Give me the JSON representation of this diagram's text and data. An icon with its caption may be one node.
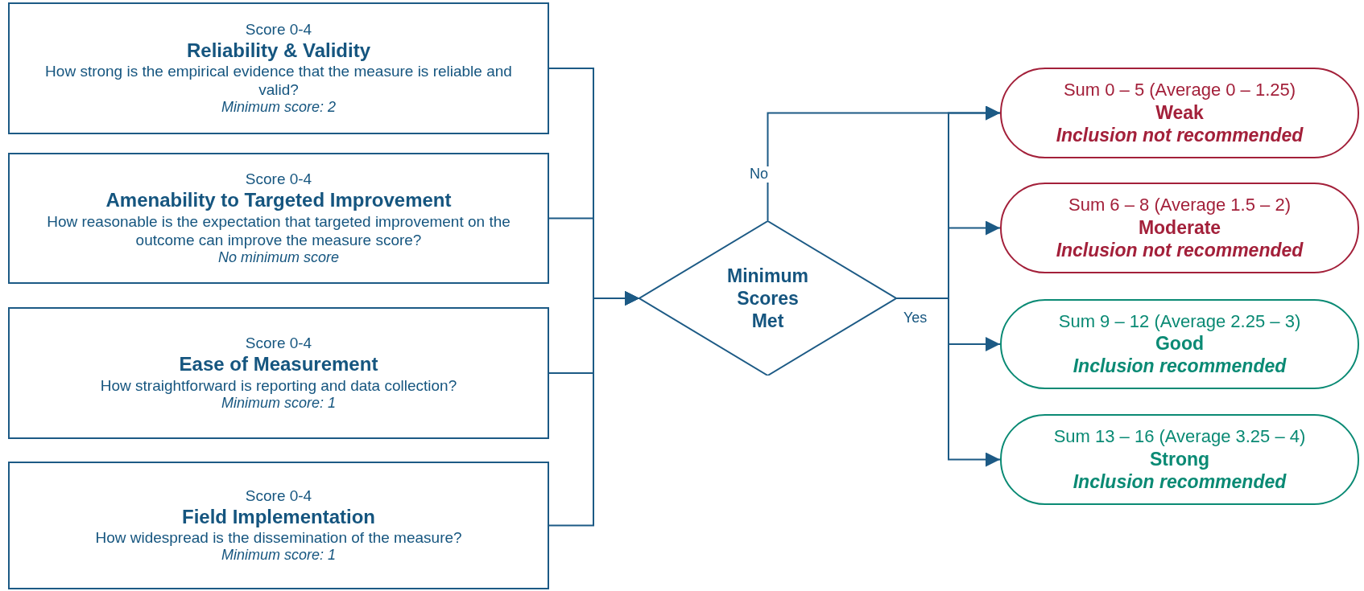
{
  "diagram": {
    "nodes": [
      {
        "text": [
          "Score 0-4",
          "Reliability & Validity",
          "How strong is the empirical evidence that the measure is reliable and valid?",
          "Minimum score: 2"
        ]
      },
      {
        "text": [
          "Score 0-4",
          "Amenability to Targeted Improvement",
          "How reasonable is the expectation that targeted improvement on the outcome can improve the measure score?",
          "No minimum score"
        ]
      },
      {
        "text": [
          "Score 0-4",
          "Ease of Measurement",
          "How straightforward is reporting and data collection?",
          "Minimum score: 1"
        ]
      },
      {
        "text": [
          "Score 0-4",
          "Field Implementation",
          "How widespread is the dissemination of the measure?",
          "Minimum score: 1"
        ]
      },
      {
        "text": [
          "Minimum Scores Met"
        ]
      },
      {
        "text": [
          "Sum 0 – 5 (Average 0 – 1.25)",
          "Weak",
          "Inclusion not recommended"
        ]
      },
      {
        "text": [
          "Sum 6 – 8 (Average 1.5 – 2)",
          "Moderate",
          "Inclusion not recommended"
        ]
      },
      {
        "text": [
          "Sum 9 – 12 (Average 2.25 – 3)",
          "Good",
          "Inclusion recommended"
        ]
      },
      {
        "text": [
          "Sum 13 – 16 (Average 3.25 – 4)",
          "Strong",
          "Inclusion recommended"
        ]
      }
    ],
    "edges": [
      {
        "from": 0,
        "to": 4,
        "arrow": "to"
      },
      {
        "from": 1,
        "to": 4,
        "arrow": "to"
      },
      {
        "from": 2,
        "to": 4,
        "arrow": "to"
      },
      {
        "from": 3,
        "to": 4,
        "arrow": "to"
      },
      {
        "from": 4,
        "to": 5,
        "arrow": "to",
        "label": "No"
      },
      {
        "from": 4,
        "to": 5,
        "arrow": "to",
        "label": "Yes"
      },
      {
        "from": 4,
        "to": 6,
        "arrow": "to"
      },
      {
        "from": 4,
        "to": 7,
        "arrow": "to"
      },
      {
        "from": 4,
        "to": 8,
        "arrow": "to"
      }
    ]
  }
}
